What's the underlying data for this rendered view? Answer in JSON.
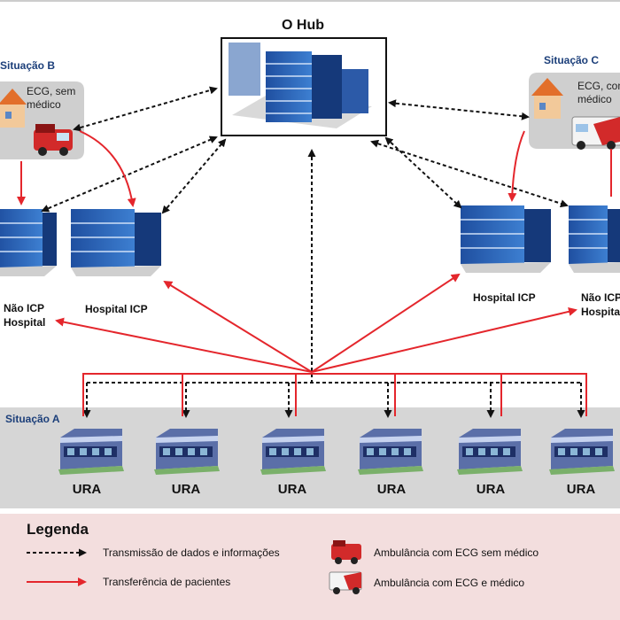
{
  "hub": {
    "title": "O Hub"
  },
  "situations": {
    "b": {
      "label": "Situação B",
      "callout": [
        "ECG, sem",
        "médico"
      ]
    },
    "c": {
      "label": "Situação C",
      "callout": [
        "ECG, com",
        "médico"
      ]
    },
    "a": {
      "label": "Situação A"
    }
  },
  "hospitals": {
    "left_non_icp": [
      "Não ICP",
      "Hospital"
    ],
    "left_icp": "Hospital ICP",
    "right_icp": "Hospital ICP",
    "right_non_icp": [
      "Não ICP",
      "Hospital"
    ]
  },
  "uras": [
    "URA",
    "URA",
    "URA",
    "URA",
    "URA",
    "URA"
  ],
  "legend": {
    "title": "Legenda",
    "items": [
      {
        "icon": "dashed-arrow-icon",
        "label": "Transmissão de dados e informações"
      },
      {
        "icon": "red-arrow-icon",
        "label": "Transferência de pacientes"
      },
      {
        "icon": "ambulance-no-doctor-icon",
        "label": "Ambulância com ECG sem médico"
      },
      {
        "icon": "ambulance-with-doctor-icon",
        "label": "Ambulância com ECG e médico"
      }
    ]
  },
  "colors": {
    "red": "#e4262c",
    "navy": "#1c3f7a",
    "grey_panel": "#d6d6d6",
    "legend_bg": "#f3dede"
  }
}
